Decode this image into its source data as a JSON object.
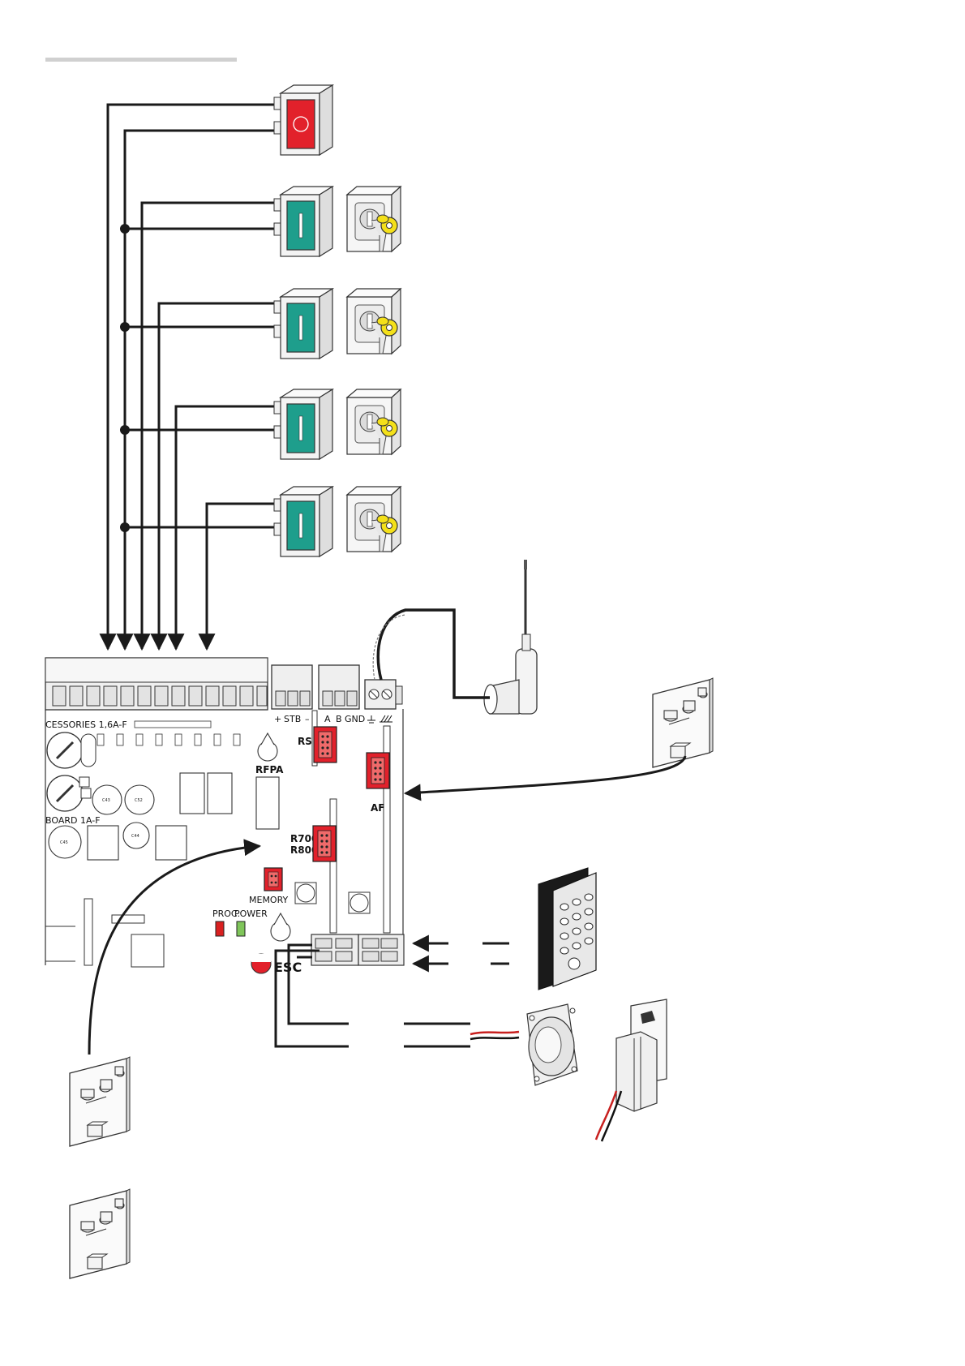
{
  "board": {
    "power_label_accessories": "CESSORIES 1,6A-F",
    "power_label_board": "BOARD 1A-F",
    "lbl_plus": "+",
    "lbl_stb": "STB",
    "lbl_minus": "–",
    "lbl_a": "A",
    "lbl_b": "B",
    "lbl_gnd": "GND",
    "rse": "RSE",
    "rfpa": "RFPA",
    "af": "AF",
    "r700": "R700",
    "r800": "R800",
    "memory": "MEMORY",
    "proc": "PROC.",
    "power": "POWER",
    "esc": "ESC"
  },
  "colors": {
    "stop_button": "#e2212b",
    "green_button": "#1e9e8c",
    "key_yellow": "#f4e01a",
    "connector_red": "#e2212b",
    "led_proc": "#d92020",
    "led_power": "#7fc55a",
    "wire": "#1a1a1a",
    "header_rule": "#d0d0d0"
  },
  "icons": [
    "stop-button-icon",
    "green-pushbutton-icon",
    "key-selector-icon",
    "antenna-icon",
    "plugin-card-icon",
    "keypad-icon",
    "proximity-reader-icon",
    "card-reader-icon"
  ]
}
